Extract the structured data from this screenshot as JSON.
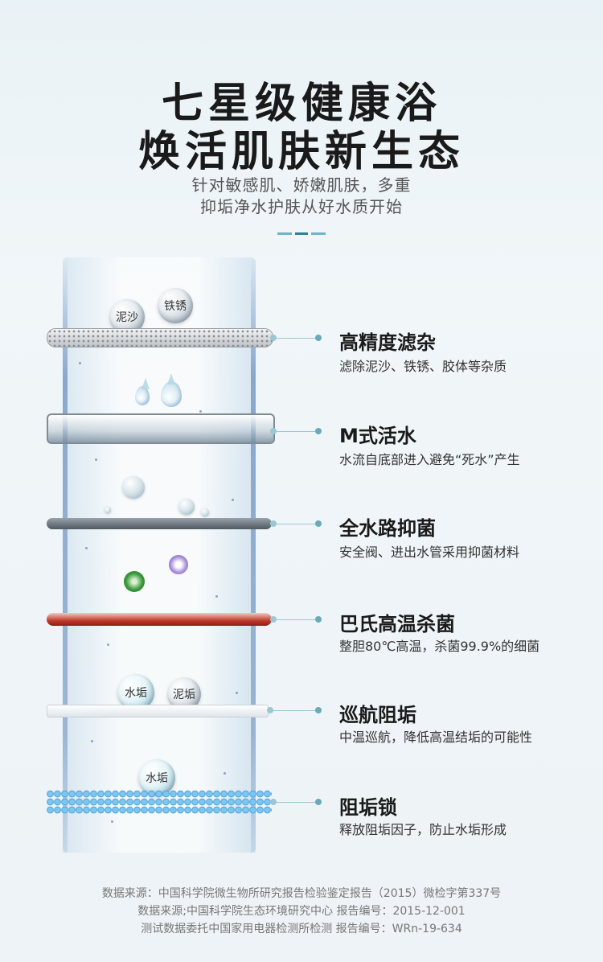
{
  "header": {
    "title_line1": "七星级健康浴",
    "title_line2": "焕活肌肤新生态",
    "subtitle_line1": "针对敏感肌、娇嫩肌肤，多重",
    "subtitle_line2": "抑垢净水护肤从好水质开始"
  },
  "bubbles": {
    "sand": "泥沙",
    "rust": "铁锈",
    "scale1": "水垢",
    "sludge": "泥垢",
    "scale2": "水垢"
  },
  "features": [
    {
      "title": "高精度滤杂",
      "desc": "滤除泥沙、铁锈、胶体等杂质"
    },
    {
      "title": "M式活水",
      "desc": "水流自底部进入避免“死水”产生"
    },
    {
      "title": "全水路抑菌",
      "desc": "安全阀、进出水管采用抑菌材料"
    },
    {
      "title": "巴氏高温杀菌",
      "desc": "整胆80℃高温，杀菌99.9%的细菌"
    },
    {
      "title": "巡航阻垢",
      "desc": "中温巡航，降低高温结垢的可能性"
    },
    {
      "title": "阻垢锁",
      "desc": "释放阻垢因子，防止水垢形成"
    }
  ],
  "sources": {
    "line1": "数据来源：中国科学院微生物所研究报告检验鉴定报告（2015）微检字第337号",
    "line2": "数据来源;中国科学院生态环境研究中心 报告编号：2015-12-001",
    "line3": "测试数据委托中国家用电器检测所检测 报告编号：WRn-19-634"
  },
  "colors": {
    "accent": "#6fb3c8",
    "red_plate": "#c23a2a",
    "bead_blue": "#3b9bd8"
  }
}
